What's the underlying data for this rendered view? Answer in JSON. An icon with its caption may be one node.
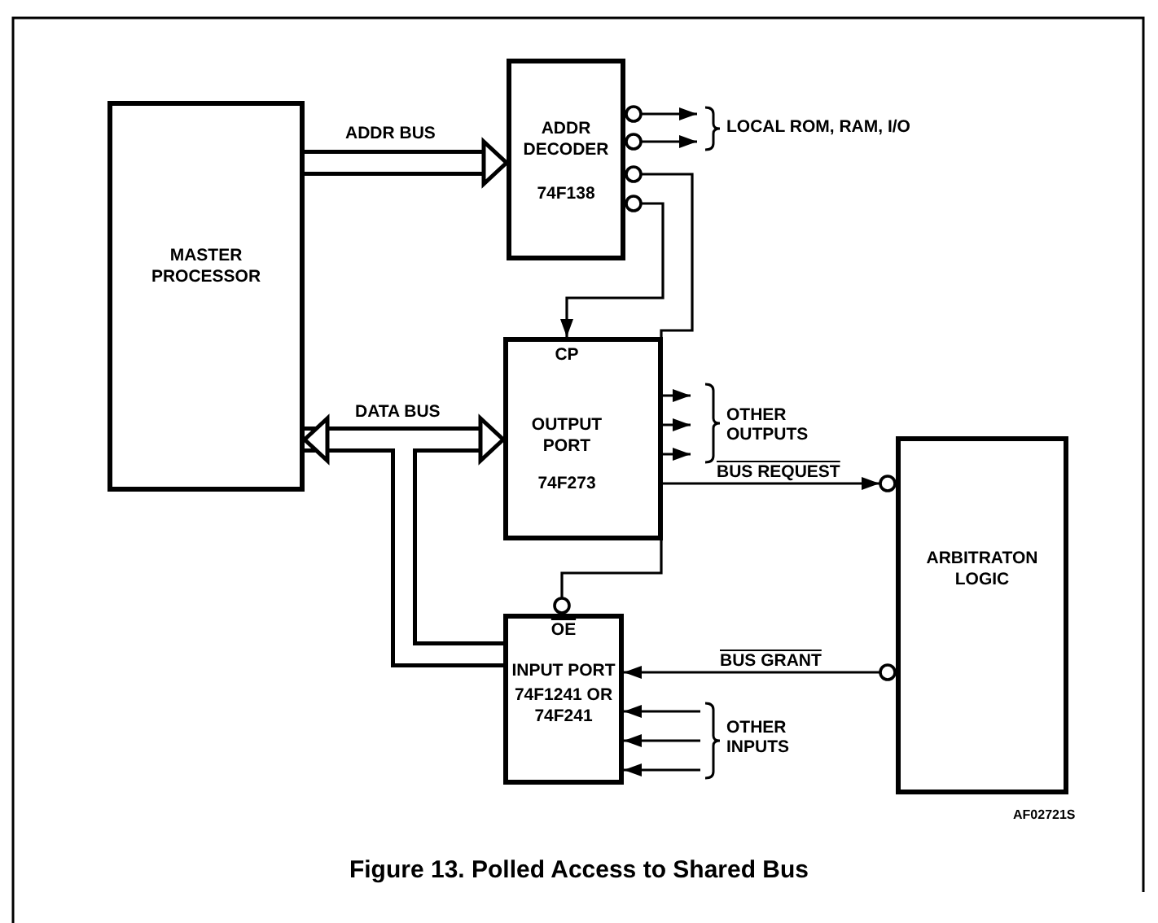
{
  "diagram": {
    "caption": "Figure 13. Polled Access to Shared Bus",
    "nodes": [
      {
        "text": [
          "MASTER PROCESSOR"
        ]
      },
      {
        "text": [
          "ADDR DECODER",
          "74F138"
        ]
      },
      {
        "text": [
          "CP",
          "OUTPUT PORT",
          "74F273"
        ]
      },
      {
        "text": [
          "OE",
          "INPUT PORT",
          "74F1241 OR 74F241"
        ]
      },
      {
        "text": [
          "ARBITRATON LOGIC"
        ]
      }
    ],
    "edges": [
      {
        "from": 0,
        "to": 1,
        "arrow": "to",
        "label": "ADDR BUS",
        "style": "thick"
      },
      {
        "from": 0,
        "to": 2,
        "arrow": "both",
        "label": "DATA BUS",
        "style": "thick"
      },
      {
        "from": 0,
        "to": 3,
        "arrow": "none",
        "style": "thick"
      },
      {
        "from": 1,
        "to": 2,
        "arrow": "to"
      },
      {
        "from": 1,
        "to": 3,
        "arrow": "other"
      },
      {
        "from": 1,
        "to": null,
        "arrow": "to"
      },
      {
        "from": 1,
        "to": null,
        "arrow": "to"
      },
      {
        "from": 2,
        "to": null,
        "arrow": "to"
      },
      {
        "from": 2,
        "to": null,
        "arrow": "to"
      },
      {
        "from": 2,
        "to": null,
        "arrow": "to"
      },
      {
        "from": 2,
        "to": 4,
        "arrow": "to",
        "label": "BUS REQUEST"
      },
      {
        "from": 4,
        "to": 3,
        "arrow": "to",
        "label": "BUS GRANT"
      },
      {
        "from": null,
        "to": 3,
        "arrow": "to"
      },
      {
        "from": null,
        "to": 3,
        "arrow": "to"
      },
      {
        "from": null,
        "to": 3,
        "arrow": "to"
      }
    ],
    "labels": [
      "LOCAL ROM, RAM, I/O",
      "OTHER OUTPUTS",
      "OTHER INPUTS",
      "AF02721S"
    ]
  }
}
